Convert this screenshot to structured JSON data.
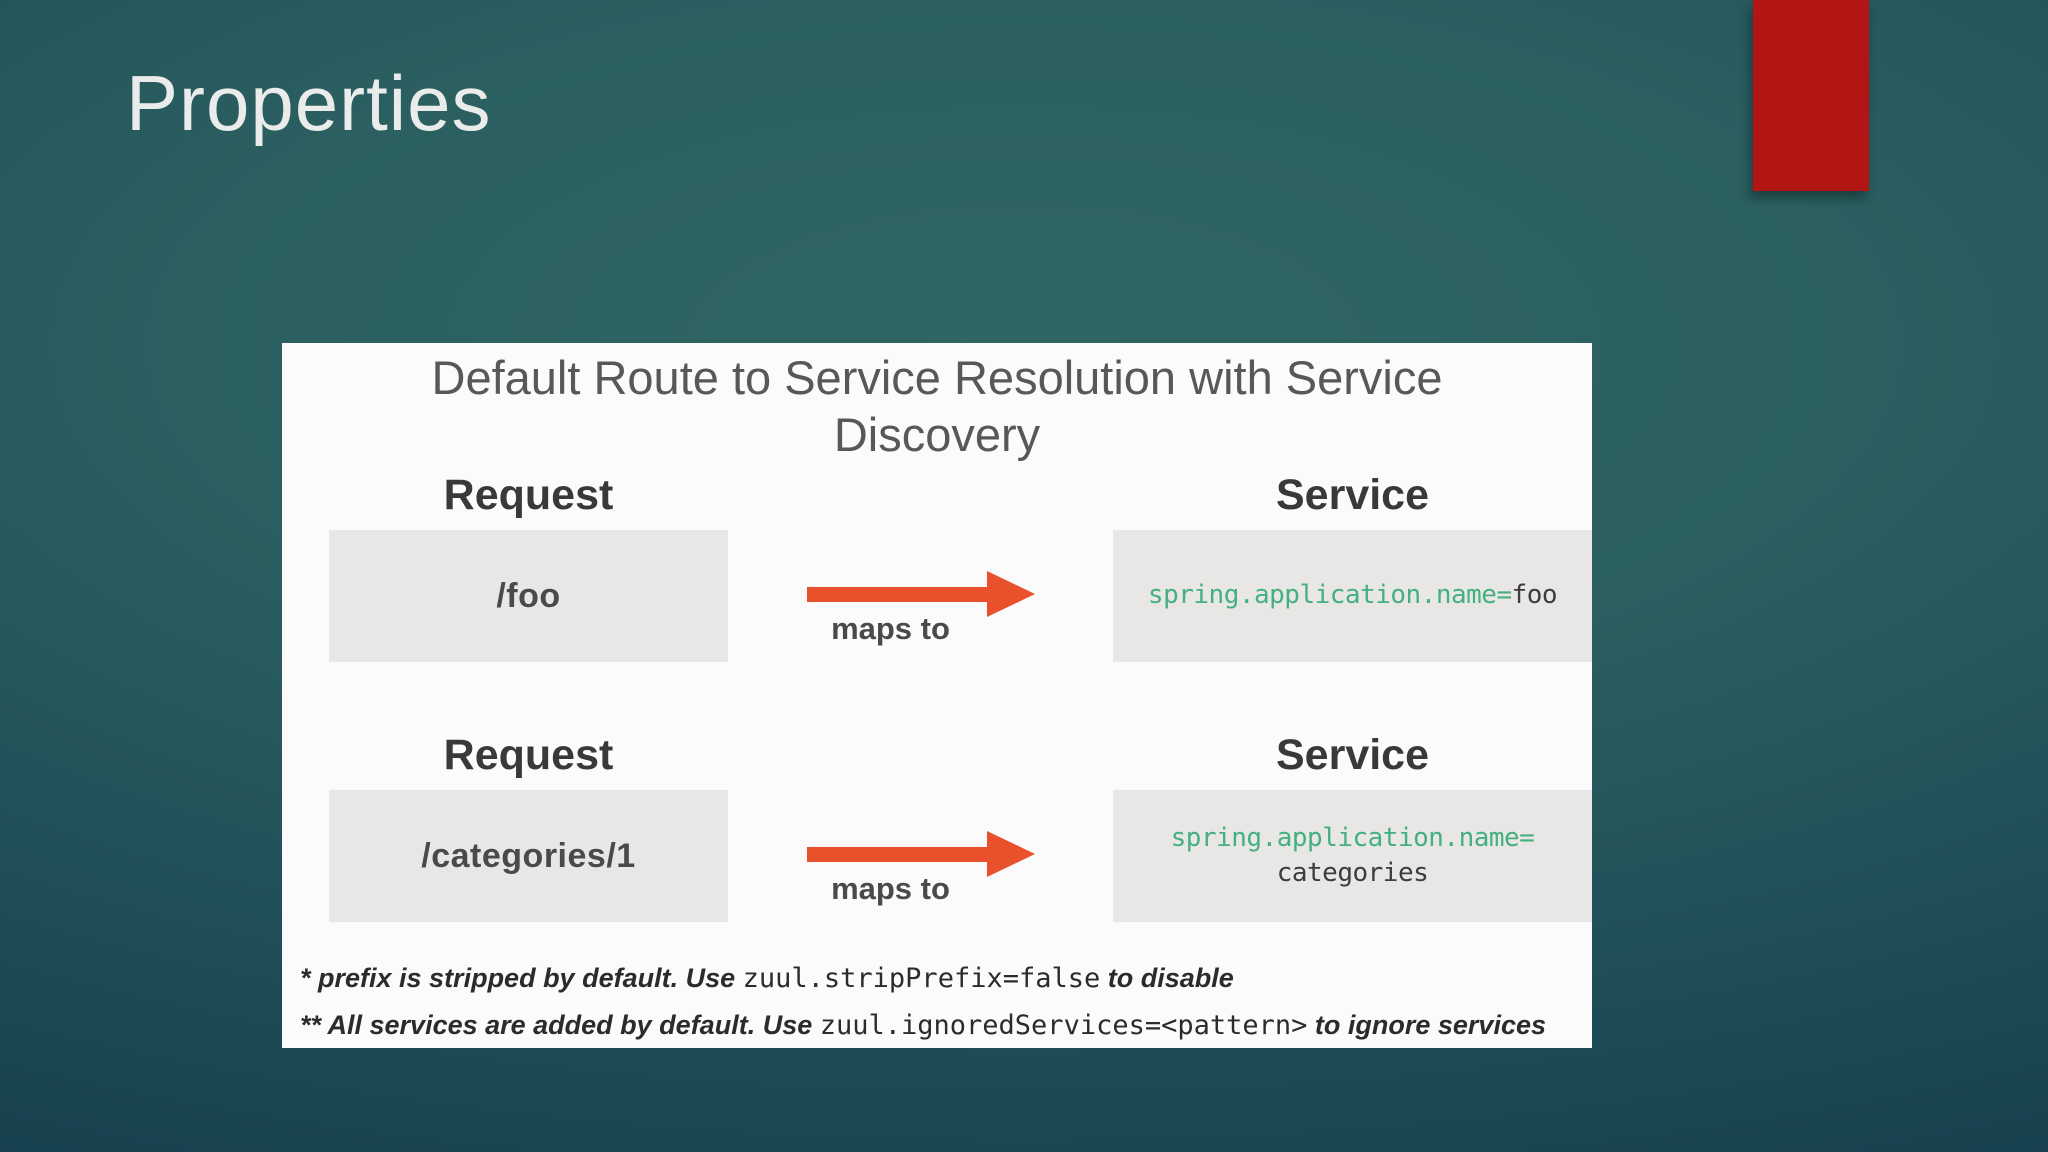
{
  "slide": {
    "title": "Properties",
    "background_teal": "#2b5f60",
    "accent_red": "#b31414"
  },
  "diagram": {
    "title": "Default Route to Service Resolution with Service Discovery",
    "panel_color": "#fcfbfc",
    "box_color": "#e9e7e6",
    "arrow_color": "#e8512b",
    "code_green_color": "#45b07f",
    "rows": [
      {
        "request_label": "Request",
        "request_value": "/foo",
        "arrow_label": "maps to",
        "service_label": "Service",
        "service_code_green": "spring.application.name=",
        "service_code_dark": "foo"
      },
      {
        "request_label": "Request",
        "request_value": "/categories/1",
        "arrow_label": "maps to",
        "service_label": "Service",
        "service_code_green": "spring.application.name=",
        "service_code_dark": "categories"
      }
    ],
    "footnotes": [
      {
        "pre": "* prefix is stripped by default. Use ",
        "code": "zuul.stripPrefix=false",
        "post": " to disable"
      },
      {
        "pre": "** All services are added by default. Use ",
        "code": "zuul.ignoredServices=<pattern>",
        "post": " to ignore services"
      }
    ]
  }
}
